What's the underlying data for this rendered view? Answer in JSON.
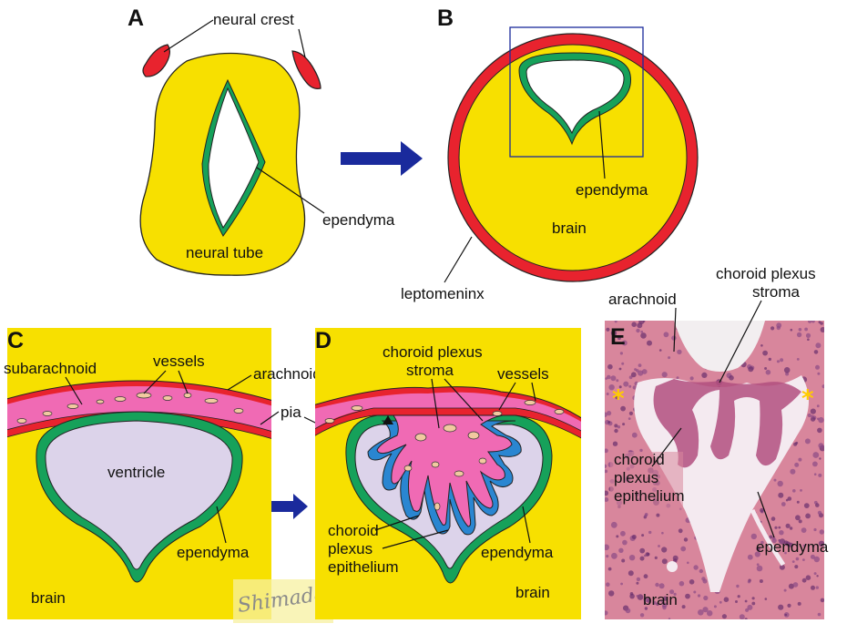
{
  "colors": {
    "neural_tissue": "#f7e000",
    "neural_crest": "#e8232e",
    "leptomeninx": "#e8232e",
    "ependyma": "#16a15a",
    "ventricle": "#dcd3ea",
    "subarachnoid": "#f06ab4",
    "vessel": "#f2c9a0",
    "choroid_epithelium": "#2a86d1",
    "arrow": "#1a2a9c",
    "inset_box": "#1a2a9c",
    "histology_background": "#d8869c",
    "asterisk": "#ffcc00"
  },
  "panels": {
    "a": {
      "letter": "A",
      "neural_crest": "neural crest",
      "ependyma": "ependyma",
      "neural_tube": "neural tube"
    },
    "b": {
      "letter": "B",
      "ependyma": "ependyma",
      "brain": "brain",
      "leptomeninx": "leptomeninx"
    },
    "c": {
      "letter": "C",
      "subarachnoid": "subarachnoid",
      "vessels": "vessels",
      "arachnoid": "arachnoid",
      "pia": "pia",
      "ventricle": "ventricle",
      "ependyma": "ependyma",
      "brain": "brain"
    },
    "d": {
      "letter": "D",
      "choroid_plexus_stroma_1": "choroid plexus",
      "choroid_plexus_stroma_2": "stroma",
      "vessels": "vessels",
      "choroid_plexus_epithelium_1": "choroid",
      "choroid_plexus_epithelium_2": "plexus",
      "choroid_plexus_epithelium_3": "epithelium",
      "ependyma": "ependyma",
      "brain": "brain"
    },
    "e": {
      "letter": "E",
      "arachnoid": "arachnoid",
      "choroid_plexus_stroma_1": "choroid plexus",
      "choroid_plexus_stroma_2": "stroma",
      "choroid_plexus_epithelium_1": "choroid",
      "choroid_plexus_epithelium_2": "plexus",
      "choroid_plexus_epithelium_3": "epithelium",
      "ependyma": "ependyma",
      "brain": "brain",
      "asterisk": "*"
    }
  },
  "signature": "Shimada"
}
